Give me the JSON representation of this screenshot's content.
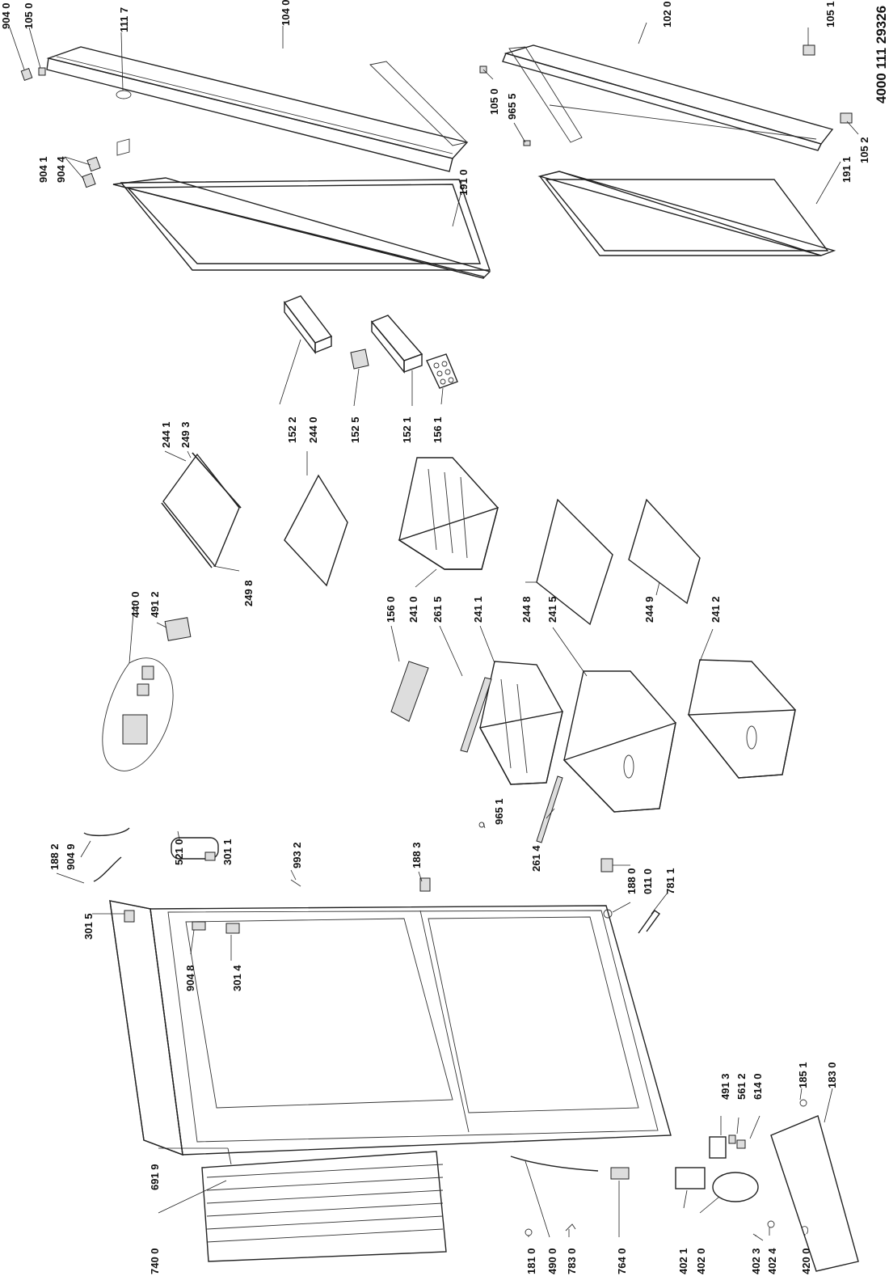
{
  "drawing_number": "4000 111 29326",
  "labels": {
    "l9040": "904 0",
    "l1050a": "105 0",
    "l1117": "111 7",
    "l1040": "104 0",
    "l1020": "102 0",
    "l1051": "105 1",
    "l9041": "904 1",
    "l9044": "904 4",
    "l1910": "191 0",
    "l1050b": "105 0",
    "l9655": "965 5",
    "l1911": "191 1",
    "l1052": "105 2",
    "l1522": "152 2",
    "l1525": "152 5",
    "l1521": "152 1",
    "l1561": "156 1",
    "l2440": "244 0",
    "l2441": "244 1",
    "l2493": "249 3",
    "l2498": "249 8",
    "l4400": "440 0",
    "l4912": "491 2",
    "l1560": "156 0",
    "l2410": "241 0",
    "l2615": "261 5",
    "l2411": "241 1",
    "l2448": "244 8",
    "l2415": "241 5",
    "l2449": "244 9",
    "l2412": "241 2",
    "l1882": "188 2",
    "l9049": "904 9",
    "l5210": "521 0",
    "l3011": "301 1",
    "l9932": "993 2",
    "l1883": "188 3",
    "l2614": "261 4",
    "l1880": "188 0",
    "l0110": "011 0",
    "l7811": "781 1",
    "l3015": "301 5",
    "l9651": "965 1",
    "l9048": "904 8",
    "l3014": "301 4",
    "l4913": "491 3",
    "l5612": "561 2",
    "l6140": "614 0",
    "l1851": "185 1",
    "l1830": "183 0",
    "l6919": "691 9",
    "l7400": "740 0",
    "l1810": "181 0",
    "l4900": "490 0",
    "l7830": "783 0",
    "l7640": "764 0",
    "l4021": "402 1",
    "l4020": "402 0",
    "l4023": "402 3",
    "l4024": "402 4",
    "l4200": "420 0"
  }
}
